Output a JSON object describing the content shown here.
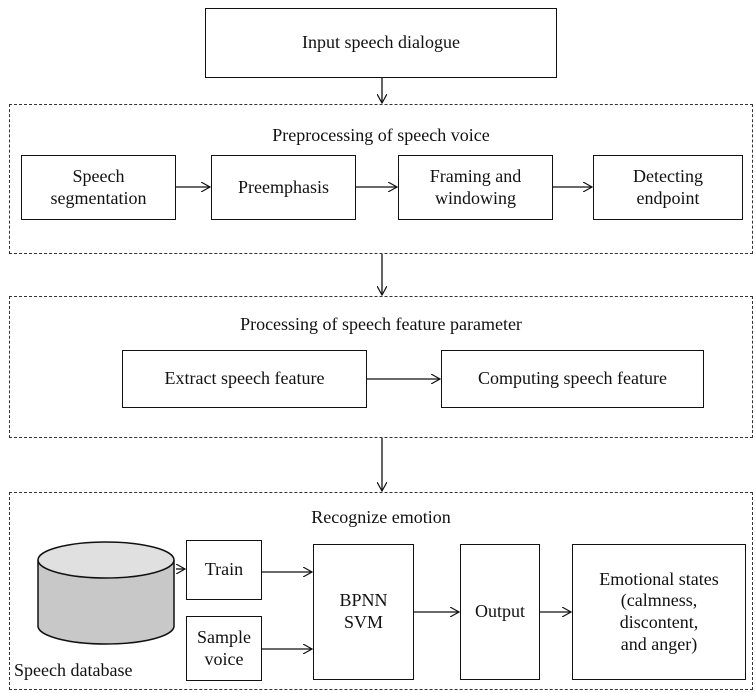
{
  "input_box": "Input speech dialogue",
  "stage1": {
    "title": "Preprocessing of speech voice",
    "steps": [
      "Speech\nsegmentation",
      "Preemphasis",
      "Framing and\nwindowing",
      "Detecting\nendpoint"
    ]
  },
  "stage2": {
    "title": "Processing of speech feature parameter",
    "steps": [
      "Extract speech feature",
      "Computing speech feature"
    ]
  },
  "stage3": {
    "title": "Recognize emotion",
    "database_label": "Speech database",
    "train": "Train",
    "sample": "Sample\nvoice",
    "classifier": "BPNN\nSVM",
    "output": "Output",
    "result": "Emotional states\n(calmness,\ndiscontent,\nand anger)"
  }
}
